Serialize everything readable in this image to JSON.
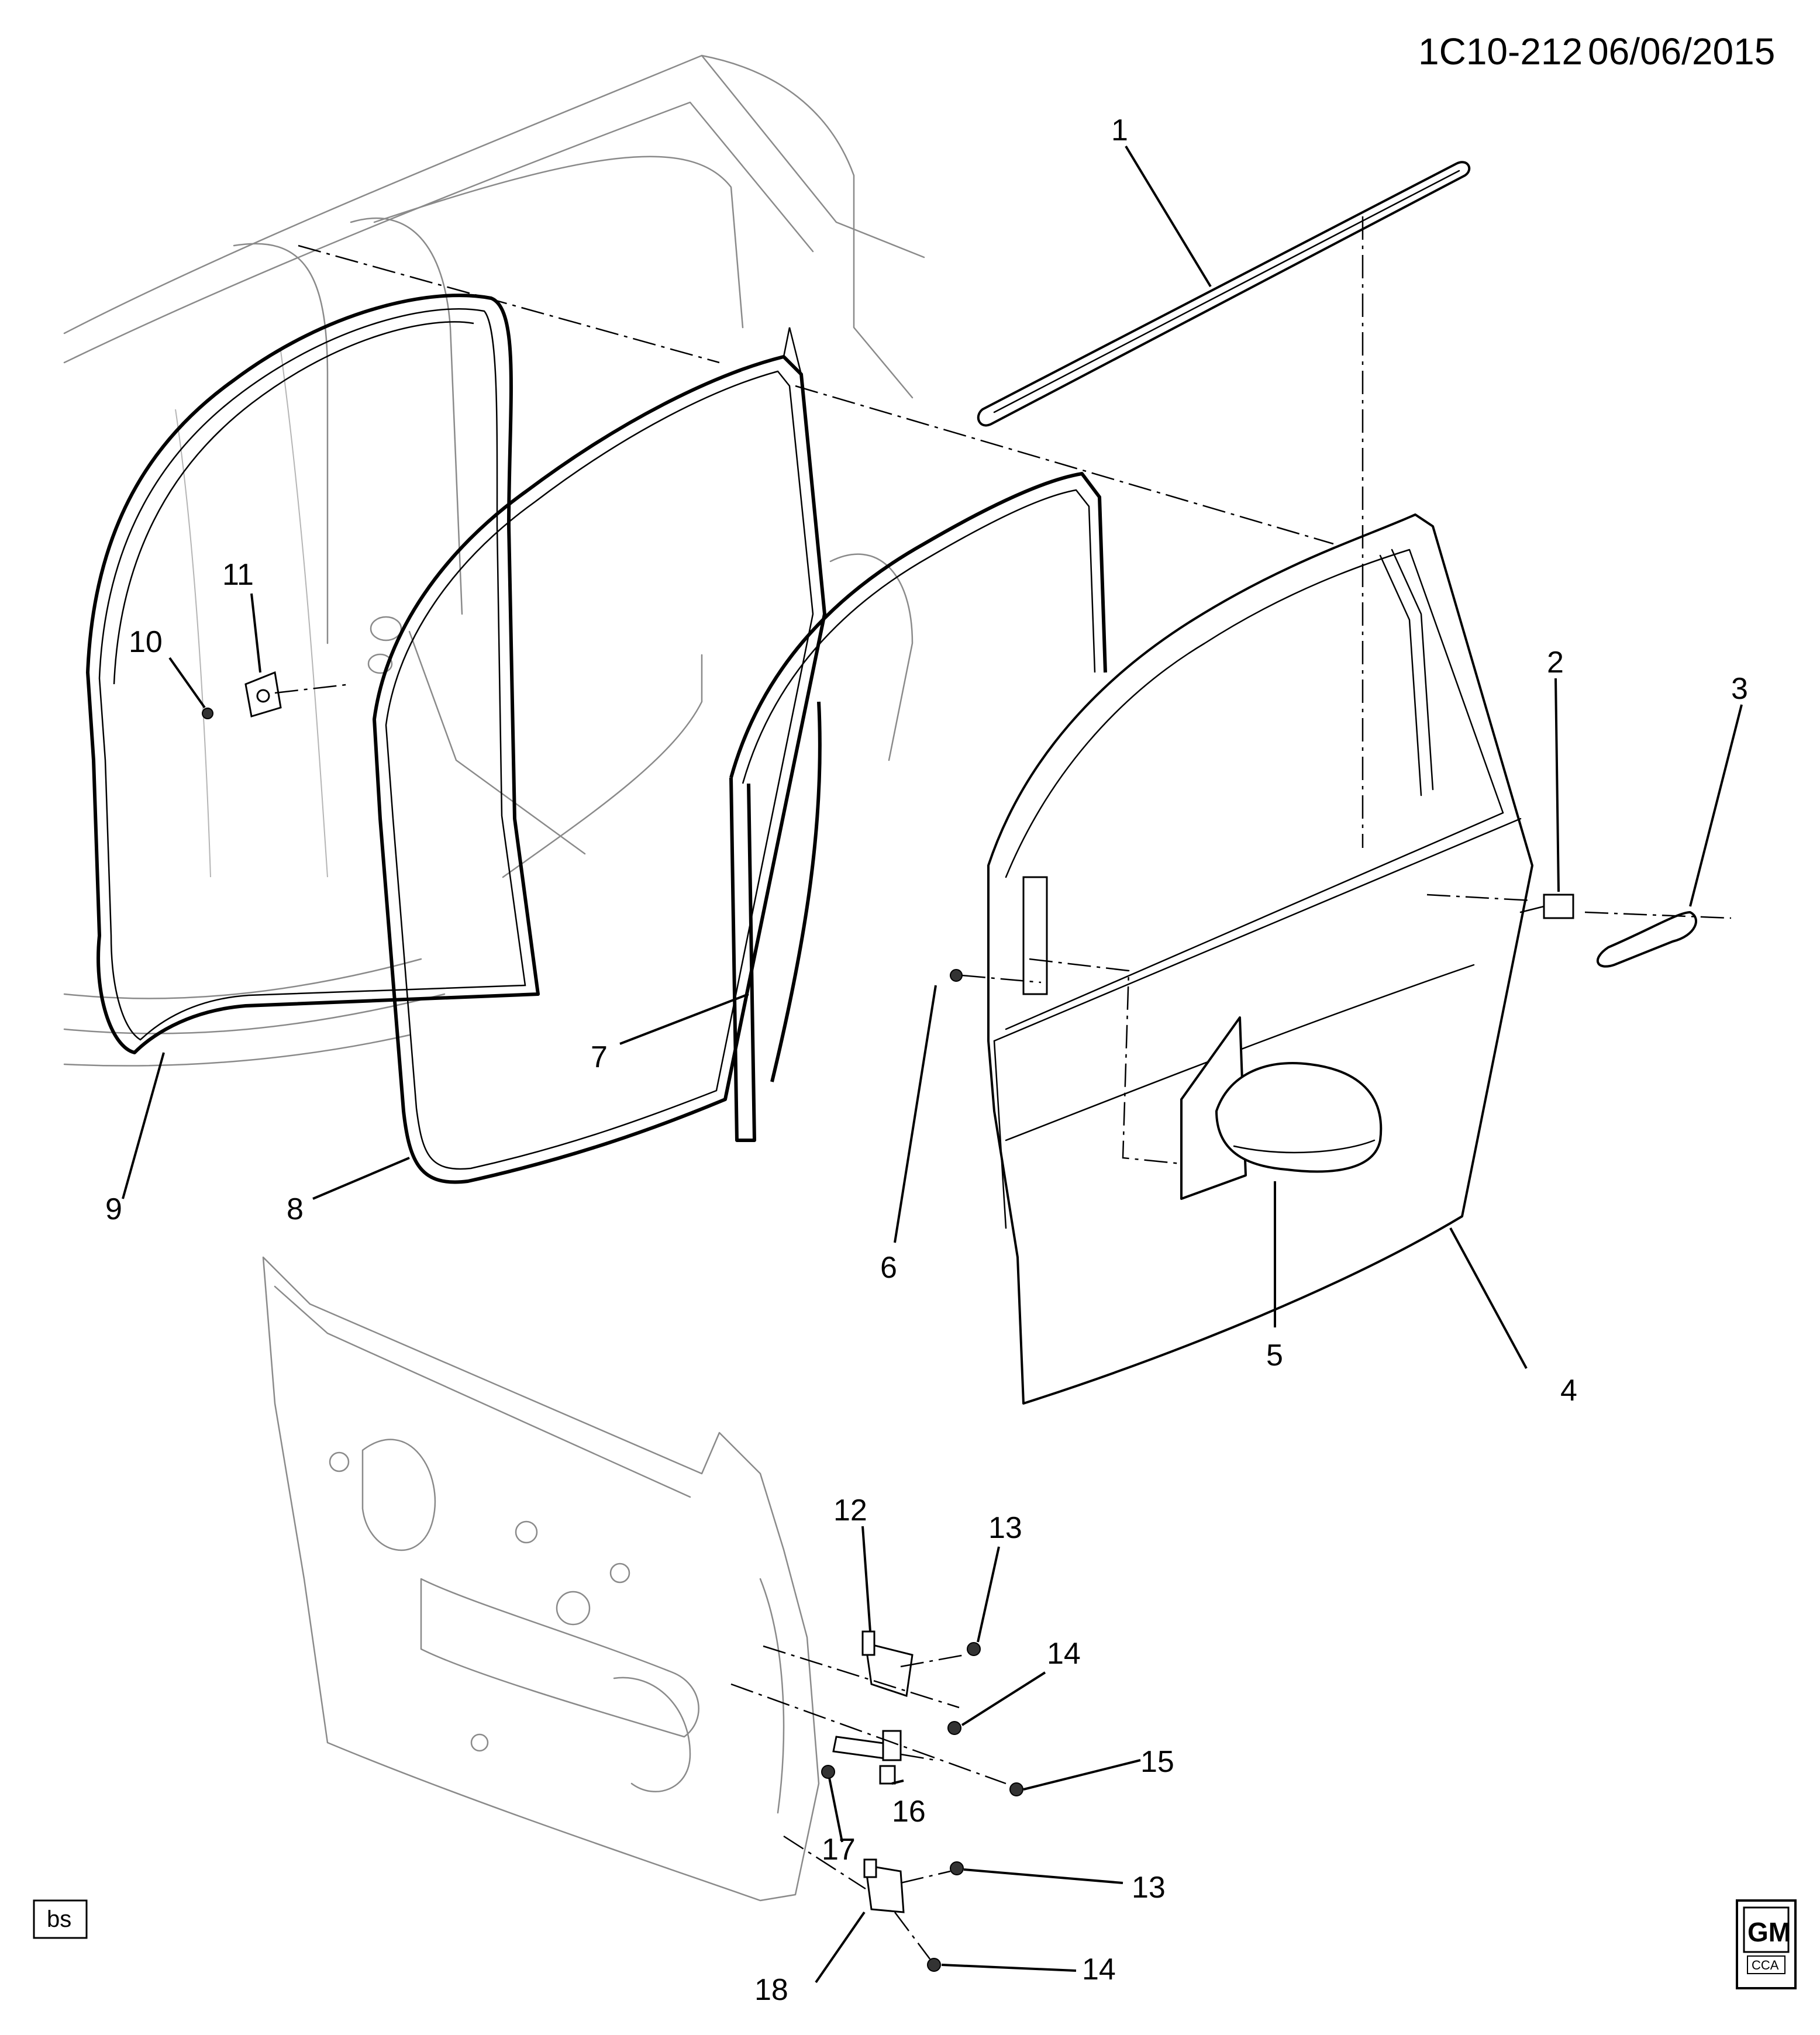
{
  "header": {
    "diagram_id": "1C10-212",
    "date": "06/06/2015"
  },
  "callouts": {
    "c1": "1",
    "c2": "2",
    "c3": "3",
    "c4": "4",
    "c5": "5",
    "c6": "6",
    "c7": "7",
    "c8": "8",
    "c9": "9",
    "c10": "10",
    "c11": "11",
    "c12": "12",
    "c13a": "13",
    "c13b": "13",
    "c14a": "14",
    "c14b": "14",
    "c15": "15",
    "c16": "16",
    "c17": "17",
    "c18": "18"
  },
  "footer": {
    "illustrator_code": "bs",
    "logo_text": "GM",
    "logo_subtext": "CCA"
  }
}
